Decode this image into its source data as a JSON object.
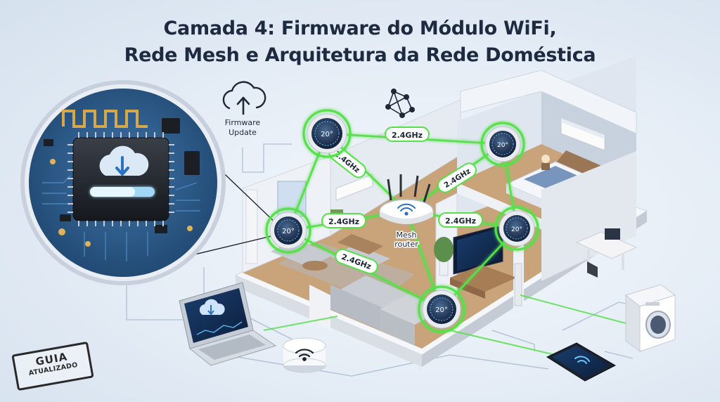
{
  "title": {
    "line1": "Camada 4: Firmware do Módulo WiFi,",
    "line2": "Rede Mesh e Arquitetura da Rede Doméstica"
  },
  "firmware_label": {
    "line1": "Firmware",
    "line2": "Update"
  },
  "router_label": {
    "line1": "Mesh",
    "line2": "router"
  },
  "link_label": "2.4GHz",
  "thermostat_reading": "20°",
  "badge": {
    "line1": "GUIA",
    "line2": "ATUALIZADO"
  },
  "colors": {
    "mesh_link": "#56e04a",
    "wall": "#eef1f6",
    "floor": "#c9a37a",
    "pcb": "#2f5c8f",
    "thermostat_ring": "#1b2a44"
  },
  "icons": [
    "cloud-upload-icon",
    "network-icon",
    "cloud-download-icon",
    "wifi-icon"
  ]
}
